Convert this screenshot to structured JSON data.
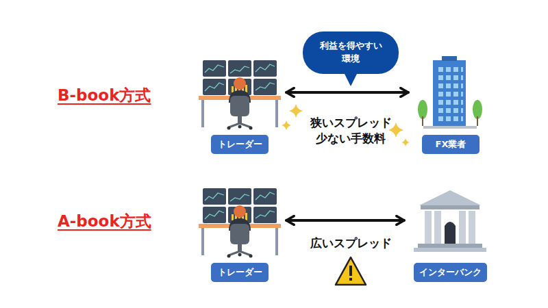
{
  "diagram": {
    "nodes": [
      {
        "text": [
          "利益を得やすい 環境"
        ]
      },
      {
        "text": [
          "トレーダー"
        ]
      },
      {
        "text": [
          "FX業者"
        ]
      },
      {
        "text": [
          "トレーダー"
        ]
      },
      {
        "text": [
          "インターバンク"
        ]
      }
    ],
    "edges": [
      {
        "from": 1,
        "to": 2,
        "arrow": "both",
        "label": "狭いスプレッド 少ない手数料"
      },
      {
        "from": 3,
        "to": 4,
        "arrow": "both",
        "label": "広いスプレッド"
      }
    ],
    "labels": [
      "B-book方式",
      "A-book方式"
    ]
  }
}
